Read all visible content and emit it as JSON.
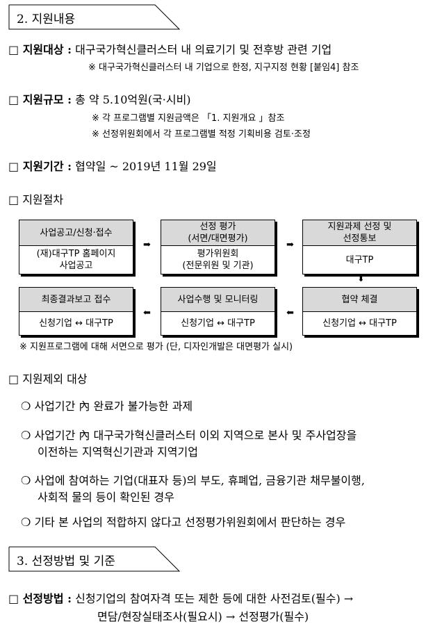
{
  "section2": {
    "title": "2. 지원내용"
  },
  "target": {
    "label": "□ 지원대상 :",
    "value": "대구국가혁신클러스터 내 의료기기 및 전후방 관련 기업",
    "note": "※ 대구국가혁신클러스터 내 기업으로 한정, 지구지정 현황 [붙임4] 참조"
  },
  "scale": {
    "label": "□ 지원규모 :",
    "value": "총 약 5.10억원(국·시비)",
    "notes": [
      "※ 각 프로그램별 지원금액은 「1. 지원개요 」참조",
      "※ 선정위원회에서 각 프로그램별 적정 기획비용 검토·조정"
    ]
  },
  "period": {
    "label": "□ 지원기간 :",
    "value": "협약일 ~ 2019년 11월 29일"
  },
  "procedure": {
    "label": "□ 지원절차",
    "steps": [
      {
        "title": "사업공고/신청·접수",
        "body": [
          "(재)대구TP 홈페이지",
          "사업공고"
        ]
      },
      {
        "title": [
          "선정 평가",
          "(서면/대면평가)"
        ],
        "body": [
          "평가위원회",
          "(전문위원 및 기관)"
        ]
      },
      {
        "title": [
          "지원과제 선정 및",
          "선정통보"
        ],
        "body": "대구TP"
      },
      {
        "title": "협약 체결",
        "body": "신청기업 ↔ 대구TP"
      },
      {
        "title": "사업수행 및 모니터링",
        "body": "신청기업 ↔ 대구TP"
      },
      {
        "title": "최종결과보고 접수",
        "body": "신청기업 ↔ 대구TP"
      }
    ],
    "arrows": {
      "right": "➡",
      "down": "⬇",
      "left": "⬅"
    },
    "note": "※ 지원프로그램에 대해 서면으로 평가 (단, 디자인개발은 대면평가 실시)"
  },
  "exclusion": {
    "label": "□ 지원제외 대상",
    "bullet": "❍",
    "items": [
      [
        "사업기간 內 완료가 불가능한 과제"
      ],
      [
        "사업기간 內 대구국가혁신클러스터 이외 지역으로 본사 및 주사업장을",
        "이전하는 지역혁신기관과 지역기업"
      ],
      [
        "사업에 참여하는 기업(대표자 등)의 부도, 휴폐업, 금융기관 채무불이행,",
        "사회적 물의 등이 확인된 경우"
      ],
      [
        "기타 본 사업의 적합하지 않다고 선정평가위원회에서 판단하는 경우"
      ]
    ]
  },
  "section3": {
    "title": "3. 선정방법 및 기준"
  },
  "method": {
    "label": "□ 선정방법 :",
    "lines": [
      "신청기업의 참여자격 또는 제한 등에 대한 사전검토(필수) →",
      "면담/현장실태조사(필요시) → 선정평가(필수)"
    ]
  }
}
